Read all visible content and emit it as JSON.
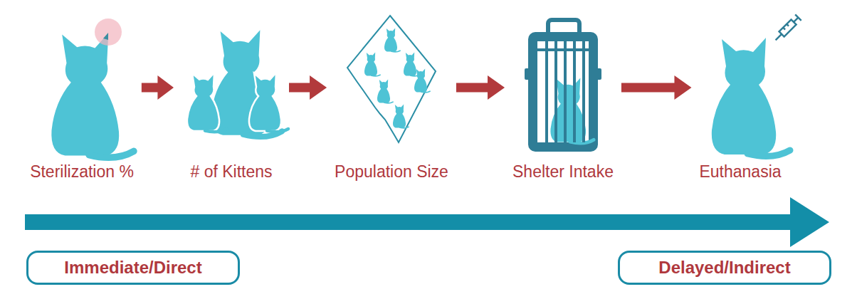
{
  "diagram": {
    "nodes": [
      {
        "text": [
          "Sterilization %"
        ]
      },
      {
        "text": [
          "# of Kittens"
        ]
      },
      {
        "text": [
          "Population Size"
        ]
      },
      {
        "text": [
          "Shelter Intake"
        ]
      },
      {
        "text": [
          "Euthanasia"
        ]
      },
      {
        "text": [
          "Immediate/Direct"
        ]
      },
      {
        "text": [
          "Delayed/Indirect"
        ]
      }
    ],
    "edges": [
      {
        "from": 0,
        "to": 1,
        "arrow": "to"
      },
      {
        "from": 1,
        "to": 2,
        "arrow": "to"
      },
      {
        "from": 2,
        "to": 3,
        "arrow": "to"
      },
      {
        "from": 3,
        "to": 4,
        "arrow": "to"
      }
    ]
  }
}
